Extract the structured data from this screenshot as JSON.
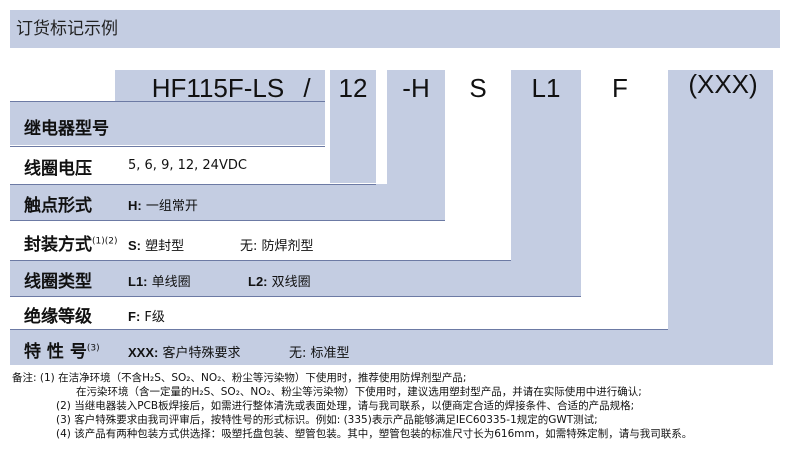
{
  "title": "订货标记示例",
  "code_parts": [
    "HF115F-LS",
    "/",
    "12",
    "-H",
    "S",
    "L1",
    "F",
    "(XXX)"
  ],
  "rows": [
    {
      "label": "继电器型号",
      "sup": ""
    },
    {
      "label": "线圈电压",
      "sup": "",
      "values": [
        {
          "code": "",
          "text": "5, 6, 9, 12, 24VDC"
        }
      ]
    },
    {
      "label": "触点形式",
      "sup": "",
      "values": [
        {
          "code": "H:",
          "text": "一组常开"
        }
      ]
    },
    {
      "label": "封装方式",
      "sup": "(1)(2)",
      "values": [
        {
          "code": "S:",
          "text": "塑封型"
        },
        {
          "code": "",
          "text": "无: 防焊剂型"
        }
      ]
    },
    {
      "label": "线圈类型",
      "sup": "",
      "values": [
        {
          "code": "L1:",
          "text": "单线圈"
        },
        {
          "code": "L2:",
          "text": "双线圈"
        }
      ]
    },
    {
      "label": "绝缘等级",
      "sup": "",
      "values": [
        {
          "code": "F:",
          "text": "F级"
        }
      ]
    },
    {
      "label": "特 性 号",
      "sup": "(3)",
      "values": [
        {
          "code": "XXX:",
          "text": "客户特殊要求"
        },
        {
          "code": "",
          "text": "无: 标准型"
        }
      ]
    }
  ],
  "notes": [
    "备注:  (1) 在洁净环境（不含H₂S、SO₂、NO₂、粉尘等污染物）下使用时，推荐使用防焊剂型产品;",
    "在污染环境（含一定量的H₂S、SO₂、NO₂、粉尘等污染物）下使用时，建议选用塑封型产品，并请在实际使用中进行确认;",
    "(2) 当继电器装入PCB板焊接后，如需进行整体清洗或表面处理，请与我司联系，以便商定合适的焊接条件、合适的产品规格;",
    "(3) 客户特殊要求由我司评审后，按特性号的形式标识。例如: (335)表示产品能够满足IEC60335-1规定的GWT测试;",
    "(4) 该产品有两种包装方式供选择：吸塑托盘包装、塑管包装。其中，塑管包装的标准尺寸长为616mm，如需特殊定制，请与我司联系。"
  ]
}
